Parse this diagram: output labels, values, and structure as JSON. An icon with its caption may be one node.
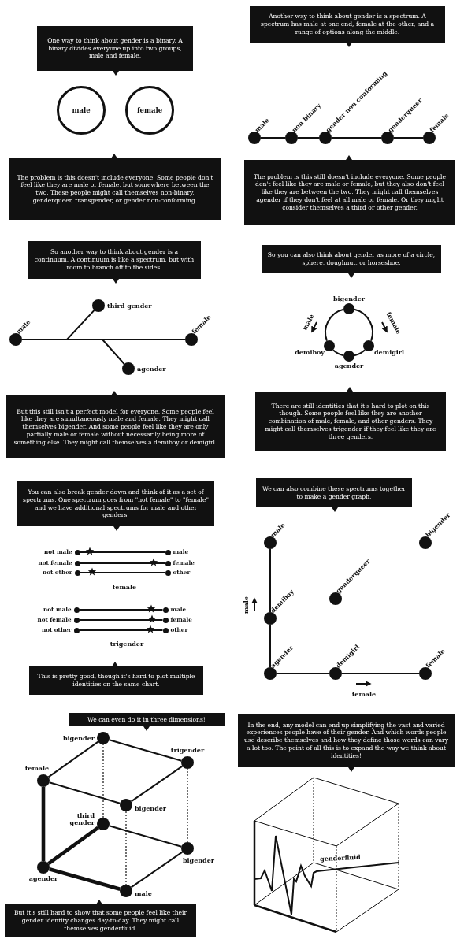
{
  "diagram": {
    "nodes": [
      {
        "text": [
          "One way to think about gender is a binary. A binary divides everyone up into two groups, male and female."
        ]
      },
      {
        "text": [
          "male"
        ]
      },
      {
        "text": [
          "female"
        ]
      },
      {
        "text": [
          "The problem is this doesn't include everyone. Some people don't feel like they are male or female, but somewhere between the two. These people might call themselves non-binary, genderqueer, transgender, or gender non-conforming."
        ]
      },
      {
        "text": [
          "Another way to think about gender is a spectrum. A spectrum has male at one end, female at the other, and a range of options along the middle."
        ]
      },
      {
        "text": [
          "male"
        ]
      },
      {
        "text": [
          "non binary"
        ]
      },
      {
        "text": [
          "gender non conforming"
        ]
      },
      {
        "text": [
          "genderqueer"
        ]
      },
      {
        "text": [
          "female"
        ]
      },
      {
        "text": [
          "The problem is this still doesn't include everyone. Some people don't feel like they are male or female, but they also don't feel like they are between the two. They might call themselves agender if they don't feel at all male or female. Or they might consider themselves a third or other gender."
        ]
      },
      {
        "text": [
          "So another way to think about gender is a continuum. A continuum is like a spectrum, but with room to branch off to the sides."
        ]
      },
      {
        "text": [
          "male"
        ]
      },
      {
        "text": [
          "third gender"
        ]
      },
      {
        "text": [
          "female"
        ]
      },
      {
        "text": [
          "agender"
        ]
      },
      {
        "text": [
          "But this still isn't a perfect model for everyone. Some people feel like they are simultaneously male and female. They might call themselves bigender. And some people feel like they are only partially male or female without necessarily being more of something else. They might call themselves a demiboy or demigirl."
        ]
      },
      {
        "text": [
          "So you can also think about gender as more of a circle, sphere, doughnut, or horseshoe."
        ]
      },
      {
        "text": [
          "bigender"
        ]
      },
      {
        "text": [
          "demiboy"
        ]
      },
      {
        "text": [
          "demigirl"
        ]
      },
      {
        "text": [
          "agender"
        ]
      },
      {
        "text": [
          "There are still identities that it's hard to plot on this though. Some people feel like they are another combination of male, female, and other genders. They might call themselves trigender if they feel like they are three genders."
        ]
      },
      {
        "text": [
          "You can also break gender down and think of it as a set of spectrums. One spectrum goes from \"not female\" to \"female\" and we have additional spectrums for male and other genders."
        ]
      },
      {
        "text": [
          "not male"
        ]
      },
      {
        "text": [
          "male"
        ]
      },
      {
        "text": [
          "not female"
        ]
      },
      {
        "text": [
          "female"
        ]
      },
      {
        "text": [
          "not other"
        ]
      },
      {
        "text": [
          "other"
        ]
      },
      {
        "text": [
          "not male"
        ]
      },
      {
        "text": [
          "male"
        ]
      },
      {
        "text": [
          "not female"
        ]
      },
      {
        "text": [
          "female"
        ]
      },
      {
        "text": [
          "not other"
        ]
      },
      {
        "text": [
          "other"
        ]
      },
      {
        "text": [
          "This is pretty good, though it's hard to plot multiple identities on the same chart."
        ]
      },
      {
        "text": [
          "We can also combine these spectrums together to make a gender graph."
        ]
      },
      {
        "text": [
          "male"
        ]
      },
      {
        "text": [
          "bigender"
        ]
      },
      {
        "text": [
          "genderqueer"
        ]
      },
      {
        "text": [
          "demiboy"
        ]
      },
      {
        "text": [
          "agender"
        ]
      },
      {
        "text": [
          "demigirl"
        ]
      },
      {
        "text": [
          "female"
        ]
      },
      {
        "text": [
          "We can even do it in three dimensions!"
        ]
      },
      {
        "text": [
          "bigender"
        ]
      },
      {
        "text": [
          "trigender"
        ]
      },
      {
        "text": [
          "female"
        ]
      },
      {
        "text": [
          "bigender"
        ]
      },
      {
        "text": [
          "third gender"
        ]
      },
      {
        "text": [
          "bigender"
        ]
      },
      {
        "text": [
          "agender"
        ]
      },
      {
        "text": [
          "male"
        ]
      },
      {
        "text": [
          "But it's still hard to show that some people feel like their gender identity changes day-to-day. They might call themselves genderfluid."
        ]
      },
      {
        "text": [
          "In the end, any model can end up simplifying the vast and varied experiences people have of their gender. And which words people use describe themselves and how they define those words can vary a lot too. The point of all this is to expand the way we think about identities!"
        ]
      }
    ],
    "edges": [
      {
        "from": 5,
        "to": 6,
        "arrow": "none"
      },
      {
        "from": 6,
        "to": 7,
        "arrow": "none"
      },
      {
        "from": 7,
        "to": 8,
        "arrow": "none"
      },
      {
        "from": 8,
        "to": 9,
        "arrow": "none"
      },
      {
        "from": 12,
        "to": 14,
        "arrow": "none"
      },
      {
        "from": 12,
        "to": 13,
        "arrow": "none"
      },
      {
        "from": 12,
        "to": 15,
        "arrow": "none"
      },
      {
        "from": 18,
        "to": 20,
        "arrow": "none"
      },
      {
        "from": 20,
        "to": 21,
        "arrow": "none"
      },
      {
        "from": 21,
        "to": 19,
        "arrow": "none"
      },
      {
        "from": 19,
        "to": 18,
        "arrow": "none"
      },
      {
        "from": 24,
        "to": 25,
        "arrow": "none"
      },
      {
        "from": 26,
        "to": 27,
        "arrow": "none"
      },
      {
        "from": 28,
        "to": 29,
        "arrow": "none"
      },
      {
        "from": 30,
        "to": 31,
        "arrow": "none"
      },
      {
        "from": 32,
        "to": 33,
        "arrow": "none"
      },
      {
        "from": 34,
        "to": 35,
        "arrow": "none"
      },
      {
        "from": 38,
        "to": 41,
        "arrow": "none"
      },
      {
        "from": 41,
        "to": 42,
        "arrow": "none"
      },
      {
        "from": 42,
        "to": 43,
        "arrow": "none"
      },
      {
        "from": 43,
        "to": 44,
        "arrow": "none"
      },
      {
        "from": 48,
        "to": 46,
        "arrow": "none"
      },
      {
        "from": 46,
        "to": 47,
        "arrow": "none"
      },
      {
        "from": 48,
        "to": 49,
        "arrow": "none"
      },
      {
        "from": 49,
        "to": 47,
        "arrow": "none"
      },
      {
        "from": 48,
        "to": 52,
        "arrow": "none",
        "style": "thick"
      },
      {
        "from": 52,
        "to": 50,
        "arrow": "none",
        "style": "thick"
      },
      {
        "from": 52,
        "to": 53,
        "arrow": "none",
        "style": "thick"
      },
      {
        "from": 50,
        "to": 46,
        "arrow": "none",
        "style": "dashed"
      },
      {
        "from": 50,
        "to": 51,
        "arrow": "none"
      },
      {
        "from": 51,
        "to": 47,
        "arrow": "none",
        "style": "dashed"
      },
      {
        "from": 53,
        "to": 51,
        "arrow": "none"
      },
      {
        "from": 49,
        "to": 53,
        "arrow": "none",
        "style": "dashed"
      }
    ],
    "labels": [
      "male",
      "female",
      "female",
      "male",
      "trigender",
      "female",
      "genderfluid"
    ]
  }
}
